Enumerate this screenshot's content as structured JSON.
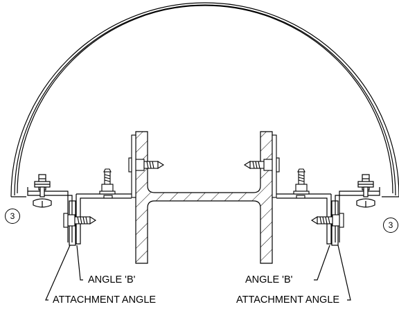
{
  "callouts": {
    "left_number": "3",
    "right_number": "3"
  },
  "labels": {
    "angle_b_left": "ANGLE 'B'",
    "attachment_angle_left": "ATTACHMENT ANGLE",
    "angle_b_right": "ANGLE 'B'",
    "attachment_angle_right": "ATTACHMENT ANGLE"
  },
  "colors": {
    "line": "#000000",
    "background": "#ffffff"
  }
}
